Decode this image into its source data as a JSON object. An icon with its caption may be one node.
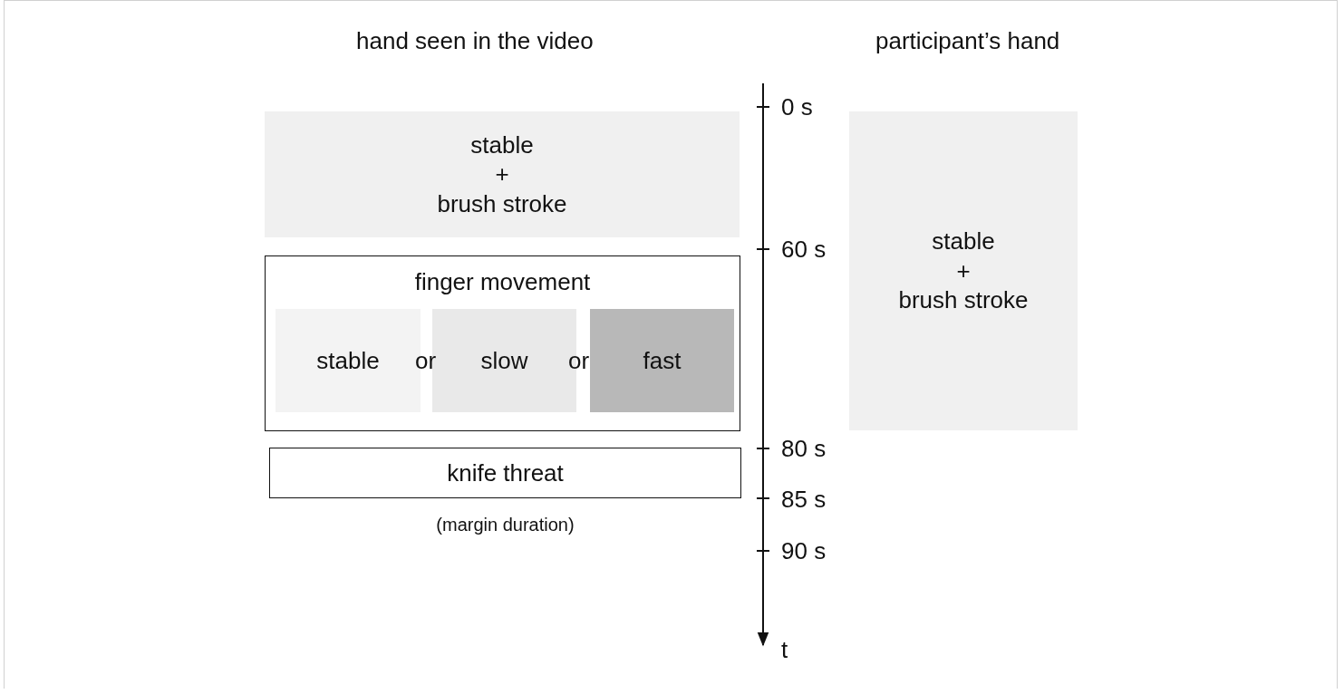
{
  "diagram": {
    "nodes": [
      {
        "text": [
          "stable + brush stroke"
        ]
      },
      {
        "text": [
          "finger movement"
        ]
      },
      {
        "text": [
          "stable"
        ],
        "in": 1
      },
      {
        "text": [
          "slow"
        ],
        "in": 1
      },
      {
        "text": [
          "fast"
        ],
        "in": 1
      },
      {
        "text": [
          "knife threat"
        ],
        "beside": [
          "(margin duration)"
        ]
      },
      {
        "text": [
          "stable + brush stroke"
        ]
      }
    ],
    "labels": [
      "hand seen in the video",
      "participant’s hand",
      "0 s",
      "60 s",
      "or",
      "or",
      "80 s",
      "85 s",
      "90 s",
      "t"
    ]
  }
}
